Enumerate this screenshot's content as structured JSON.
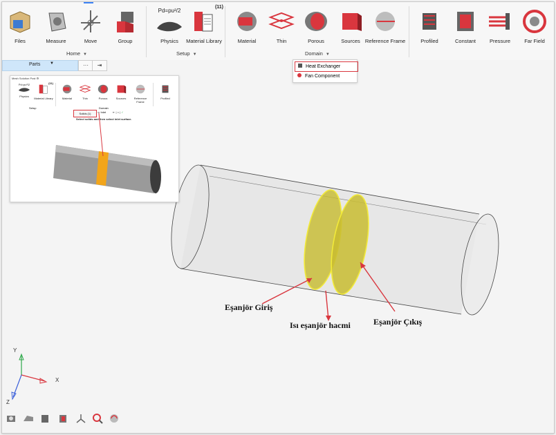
{
  "ribbon": {
    "buttons": [
      {
        "label": "Files",
        "icon": "files-icon"
      },
      {
        "label": "Measure",
        "icon": "measure-icon"
      },
      {
        "label": "Move",
        "icon": "move-icon"
      },
      {
        "label": "Group",
        "icon": "group-icon"
      },
      {
        "label": "Physics",
        "icon": "physics-icon"
      },
      {
        "label": "Material Library",
        "icon": "material-library-icon"
      },
      {
        "label": "Material",
        "icon": "material-icon"
      },
      {
        "label": "Thin",
        "icon": "thin-icon"
      },
      {
        "label": "Porous",
        "icon": "porous-icon"
      },
      {
        "label": "Sources",
        "icon": "sources-icon"
      },
      {
        "label": "Reference Frame",
        "icon": "reference-frame-icon"
      },
      {
        "label": "Profiled",
        "icon": "profiled-icon"
      },
      {
        "label": "Constant",
        "icon": "constant-icon"
      },
      {
        "label": "Pressure",
        "icon": "pressure-icon"
      },
      {
        "label": "Far Field",
        "icon": "far-field-icon"
      }
    ],
    "physics_formula": "Pd=pu²/2",
    "material_library_count": "(11)",
    "groups": {
      "home": "Home",
      "setup": "Setup",
      "domain": "Domain"
    }
  },
  "parts_bar": {
    "label": "Parts",
    "more": "···",
    "collapse": "⇥"
  },
  "domain_dropdown": {
    "items": [
      "Heat Exchanger",
      "Fan Component"
    ],
    "selected": "Heat Exchanger"
  },
  "inset": {
    "tabs": "Mesh   Solution   Post   ⚙",
    "formula": "Pd=pu²/2",
    "count": "(11)",
    "buttons": [
      "Physics",
      "Material Library",
      "Material",
      "Thin",
      "Porous",
      "Sources",
      "Reference Frame",
      "Profiled"
    ],
    "groups": {
      "setup": "Setup",
      "domain": "Domain"
    },
    "solids_label": "Solids (1)",
    "inlet_label": "Inlet",
    "hint": "Select solids and then select inlet surface."
  },
  "annotations": {
    "inlet": "Eşanjör Giriş",
    "volume": "Isı eşanjör hacmi",
    "outlet": "Eşanjör Çıkış"
  },
  "axes": {
    "y": "Y",
    "x": "X",
    "z": "Z"
  },
  "colors": {
    "accent": "#d9363e",
    "highlight": "#e3d64a",
    "selection": "#3b82f6"
  }
}
